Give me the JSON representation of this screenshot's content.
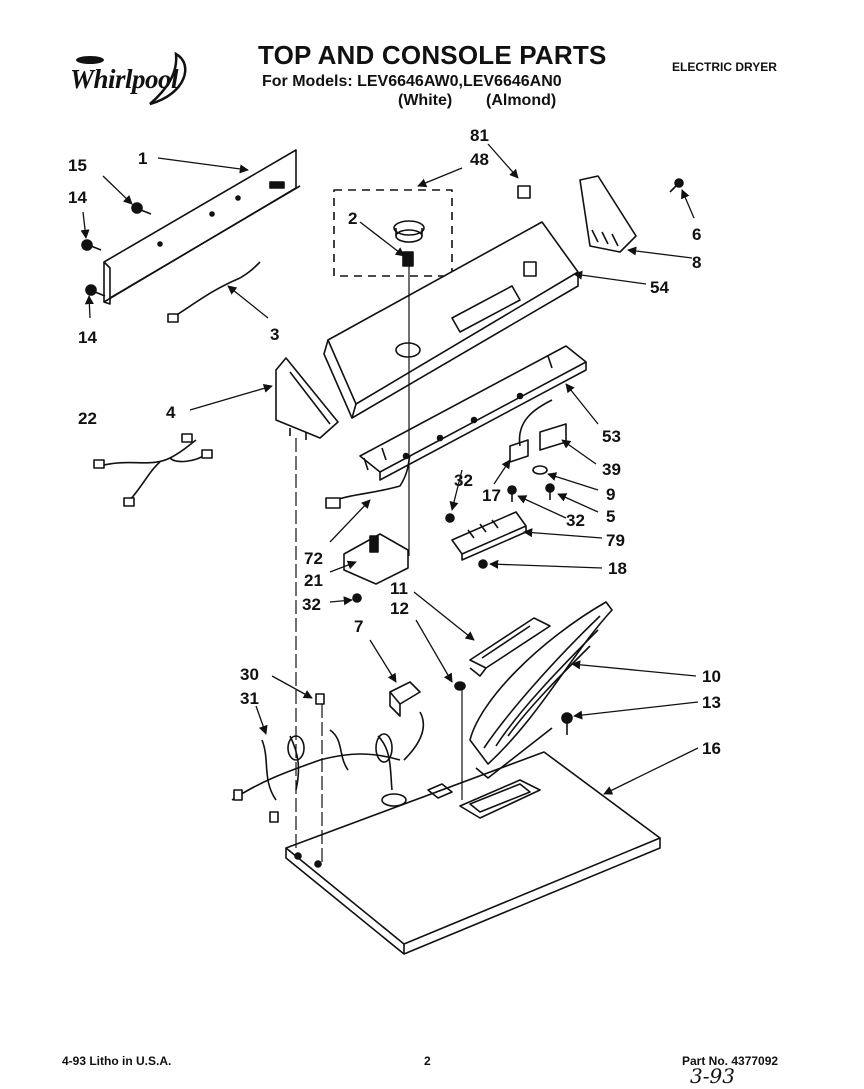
{
  "header": {
    "brand": "Whirlpool",
    "title": "TOP AND CONSOLE PARTS",
    "models_line": "For Models: LEV6646AW0,LEV6646AN0",
    "variant_white": "(White)",
    "variant_almond": "(Almond)",
    "document_type": "ELECTRIC DRYER"
  },
  "callouts": [
    "81",
    "48",
    "1",
    "15",
    "14",
    "2",
    "6",
    "8",
    "54",
    "14",
    "3",
    "4",
    "22",
    "53",
    "39",
    "32",
    "17",
    "9",
    "5",
    "32",
    "79",
    "72",
    "21",
    "18",
    "11",
    "32",
    "12",
    "7",
    "10",
    "30",
    "13",
    "31",
    "16"
  ],
  "footer": {
    "print_info": "4-93 Litho in U.S.A.",
    "page_number": "2",
    "part_number": "Part No. 4377092",
    "handwritten_note": "3-93"
  },
  "colors": {
    "ink": "#111111",
    "background": "#ffffff"
  }
}
